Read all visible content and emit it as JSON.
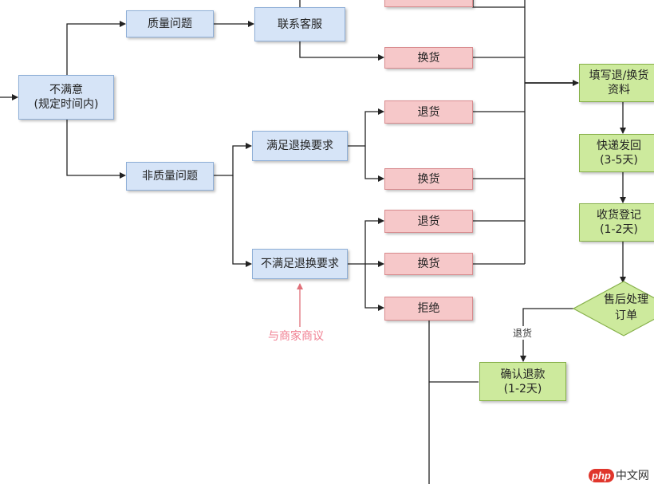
{
  "nodes": {
    "unsatisfied": {
      "line1": "不满意",
      "line2": "(规定时间内)"
    },
    "quality_issue": "质量问题",
    "contact_service": "联系客服",
    "non_quality_issue": "非质量问题",
    "meets_requirement": "满足退换要求",
    "not_meets_requirement": "不满足退换要求",
    "exchange_top_partial": "",
    "exchange_1": "换货",
    "return_1": "退货",
    "exchange_2": "换货",
    "return_2": "退货",
    "exchange_3": "换货",
    "reject": "拒绝",
    "fill_info": {
      "line1": "填写退/换货",
      "line2": "资料"
    },
    "courier_return": {
      "line1": "快递发回",
      "line2": "(3-5天)"
    },
    "receipt_register": {
      "line1": "收货登记",
      "line2": "(1-2天)"
    },
    "after_sales": {
      "line1": "售后处理",
      "line2": "订单"
    },
    "confirm_refund": {
      "line1": "确认退款",
      "line2": "(1-2天)"
    }
  },
  "labels": {
    "return_edge": "退货",
    "negotiate": "与商家商议"
  },
  "watermark": {
    "php": "php",
    "site": "中文网"
  },
  "colors": {
    "blue": "#d6e4f7",
    "red": "#f6c8c9",
    "green": "#cdea9d",
    "pink_note": "#f07f91",
    "watermark_red": "#e0362c"
  }
}
